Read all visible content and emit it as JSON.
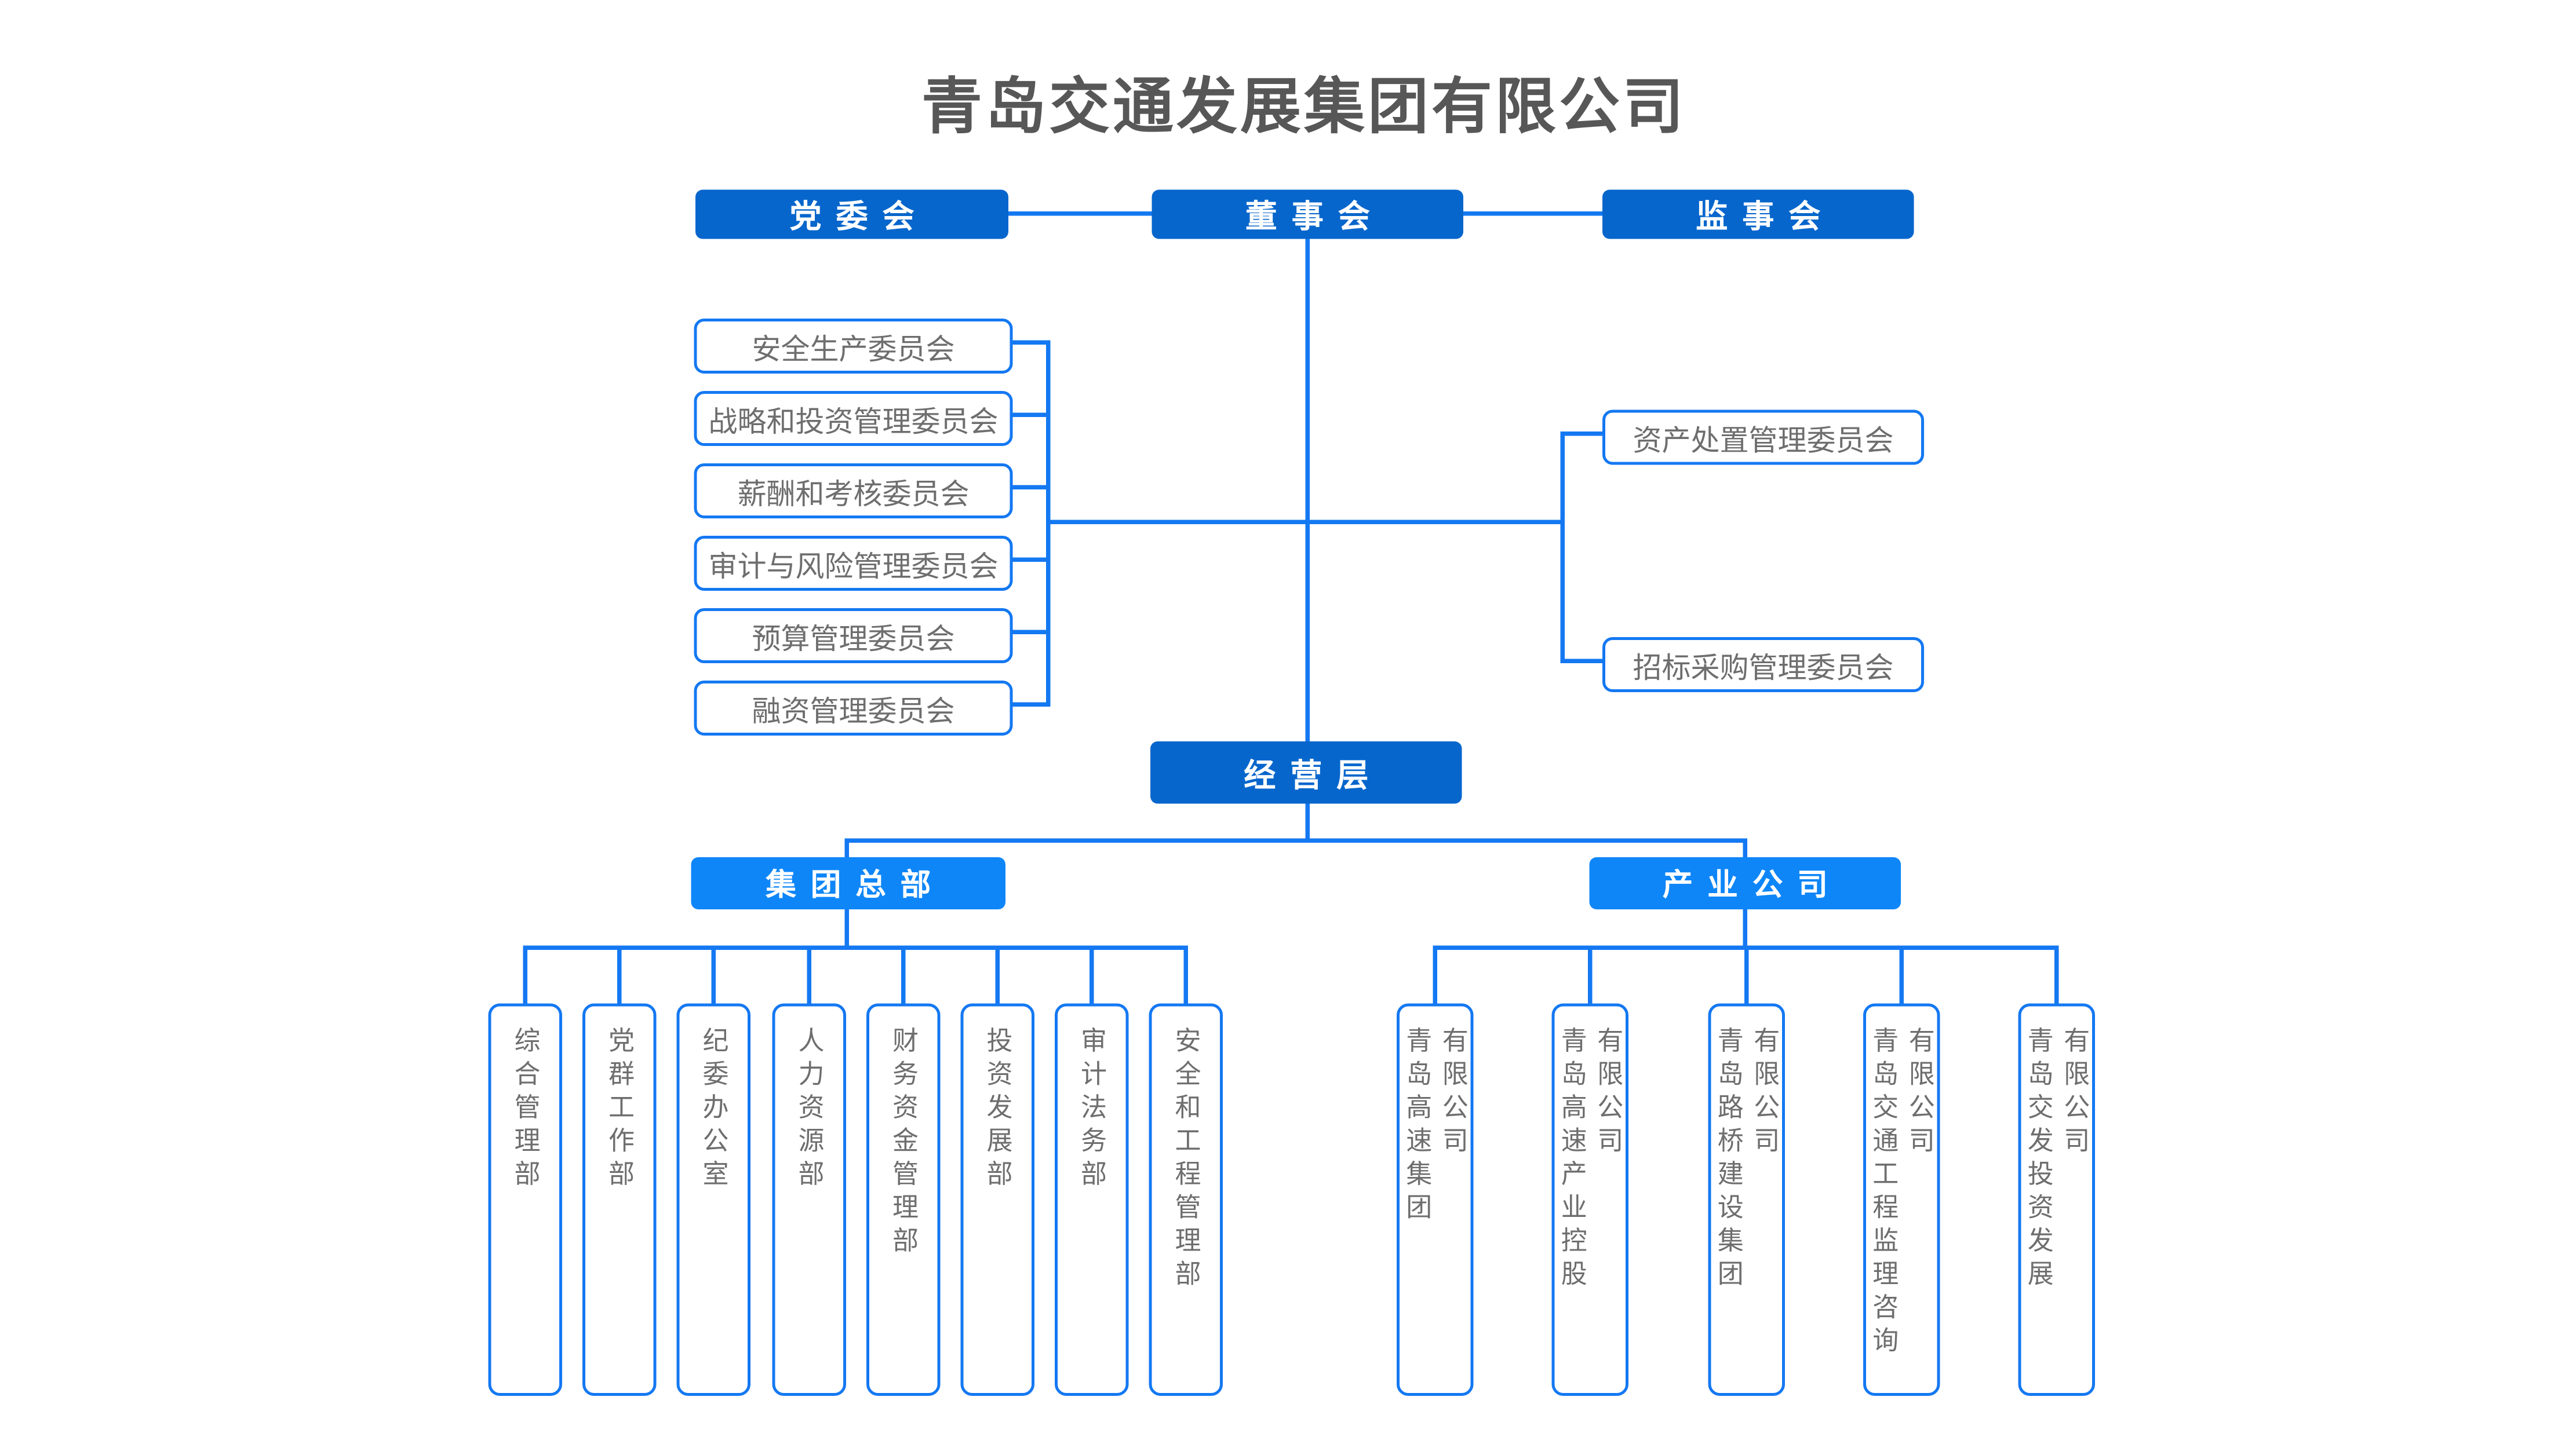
{
  "title": "青岛交通发展集团有限公司",
  "governance": {
    "party_committee": "党委会",
    "board": "董事会",
    "supervisory_board": "监事会"
  },
  "board_committees_left": [
    "安全生产委员会",
    "战略和投资管理委员会",
    "薪酬和考核委员会",
    "审计与风险管理委员会",
    "预算管理委员会",
    "融资管理委员会"
  ],
  "board_committees_right": [
    "资产处置管理委员会",
    "招标采购管理委员会"
  ],
  "management_layer": "经营层",
  "headquarters": {
    "label": "集团总部",
    "departments": [
      "综合管理部",
      "党群工作部",
      "纪委办公室",
      "人力资源部",
      "财务资金管理部",
      "投资发展部",
      "审计法务部",
      "安全和工程管理部"
    ]
  },
  "industry_companies": {
    "label": "产业公司",
    "companies": [
      {
        "name": "青岛高速集团",
        "suffix": "有限公司"
      },
      {
        "name": "青岛高速产业控股",
        "suffix": "有限公司"
      },
      {
        "name": "青岛路桥建设集团",
        "suffix": "有限公司"
      },
      {
        "name": "青岛交通工程监理咨询",
        "suffix": "有限公司"
      },
      {
        "name": "青岛交发投资发展",
        "suffix": "有限公司"
      }
    ]
  },
  "colors": {
    "primary_dark_blue": "#0666CC",
    "primary_bright_blue": "#0E86F8",
    "line_blue": "#1478F2",
    "text_gray": "#6E6E6E",
    "title_gray": "#575757"
  }
}
